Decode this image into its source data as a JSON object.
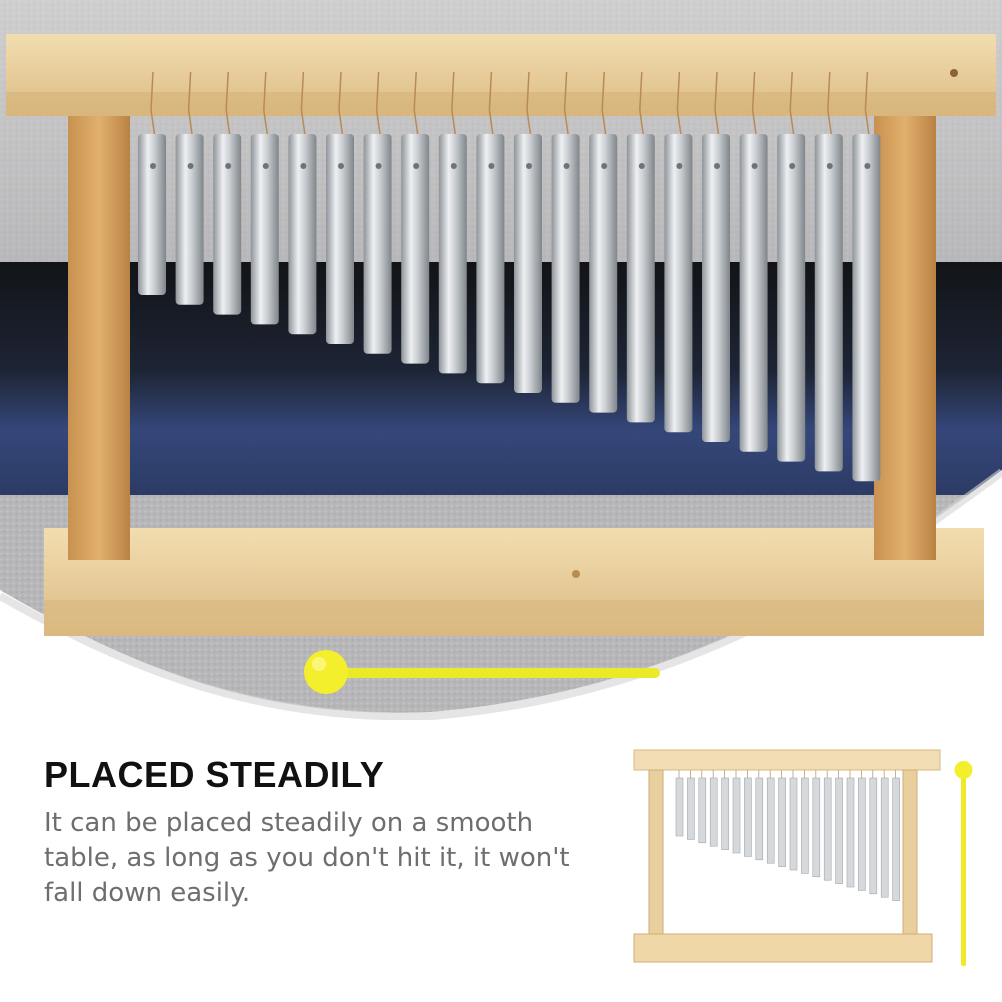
{
  "headline": "PLACED STEADILY",
  "description": "It can be placed steadily on a smooth table, as long as you don't hit it, it won't fall down easily.",
  "product": {
    "chime_count": 20,
    "colors": {
      "wood": "#e7cd9c",
      "wood_dark": "#c99f63",
      "chime": "#d9dcdf",
      "chime_shade": "#a9aeb3",
      "mallet": "#f2ee2a",
      "water": "#34466f",
      "stone": "#a9a9ab"
    }
  }
}
